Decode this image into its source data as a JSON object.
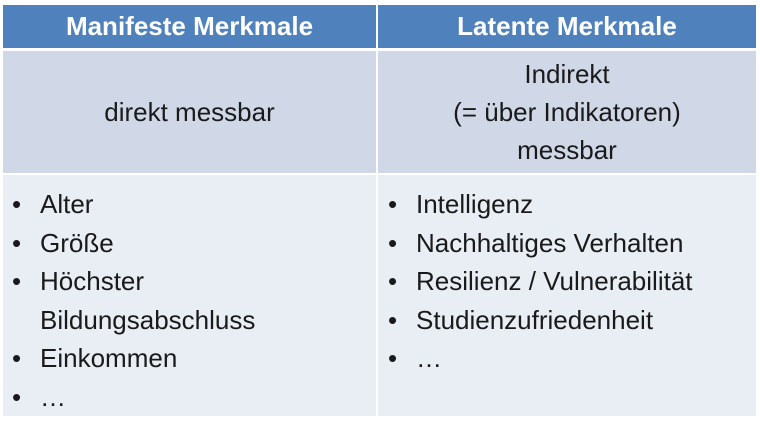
{
  "header": {
    "left": "Manifeste Merkmale",
    "right": "Latente Merkmale"
  },
  "measurement": {
    "left": [
      "direkt messbar"
    ],
    "right": [
      "Indirekt",
      "(= über Indikatoren)",
      "messbar"
    ]
  },
  "examples": {
    "left": [
      "Alter",
      "Größe",
      "Höchster Bildungsabschluss",
      "Einkommen",
      "…"
    ],
    "right": [
      "Intelligenz",
      "Nachhaltiges Verhalten",
      "Resilienz / Vulnerabilität",
      "Studienzufriedenheit",
      "…"
    ]
  }
}
